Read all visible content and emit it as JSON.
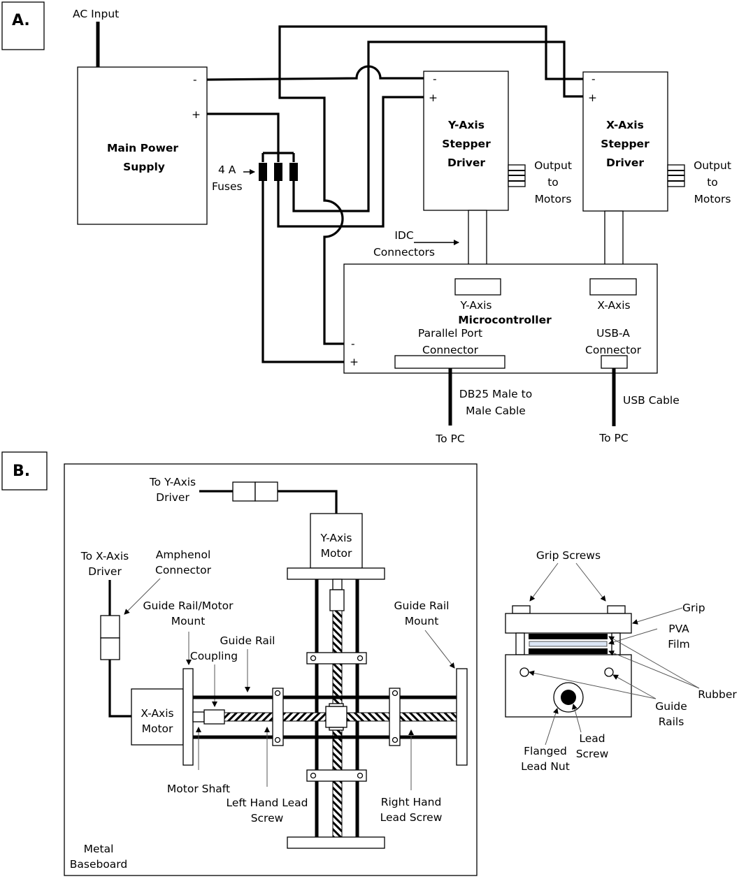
{
  "panel_a": {
    "label": "A.",
    "ac_input": "AC Input",
    "power_supply": {
      "title_line1": "Main Power",
      "title_line2": "Supply",
      "minus": "-",
      "plus": "+"
    },
    "fuses": {
      "line1": "4 A",
      "line2": "Fuses",
      "count": 3
    },
    "y_driver": {
      "line1": "Y-Axis",
      "line2": "Stepper",
      "line3": "Driver",
      "minus": "-",
      "plus": "+"
    },
    "x_driver": {
      "line1": "X-Axis",
      "line2": "Stepper",
      "line3": "Driver",
      "minus": "-",
      "plus": "+"
    },
    "output_y": {
      "line1": "Output",
      "line2": "to",
      "line3": "Motors"
    },
    "output_x": {
      "line1": "Output",
      "line2": "to",
      "line3": "Motors"
    },
    "idc": {
      "line1": "IDC",
      "line2": "Connectors"
    },
    "microcontroller": {
      "title": "Microcontroller",
      "y_axis": "Y-Axis",
      "x_axis": "X-Axis",
      "parallel_line1": "Parallel Port",
      "parallel_line2": "Connector",
      "usb_line1": "USB-A",
      "usb_line2": "Connector",
      "minus": "-",
      "plus": "+"
    },
    "db25": {
      "line1": "DB25 Male to",
      "line2": "Male Cable"
    },
    "usb_cable": "USB Cable",
    "to_pc_1": "To PC",
    "to_pc_2": "To PC"
  },
  "panel_b": {
    "label": "B.",
    "to_y_driver": {
      "line1": "To Y-Axis",
      "line2": "Driver"
    },
    "y_motor": {
      "line1": "Y-Axis",
      "line2": "Motor"
    },
    "to_x_driver": {
      "line1": "To X-Axis",
      "line2": "Driver"
    },
    "amphenol": {
      "line1": "Amphenol",
      "line2": "Connector"
    },
    "guide_rail_motor_mount": {
      "line1": "Guide Rail/Motor",
      "line2": "Mount"
    },
    "guide_rail": "Guide Rail",
    "coupling": "Coupling",
    "guide_rail_mount": {
      "line1": "Guide Rail",
      "line2": "Mount"
    },
    "x_motor": {
      "line1": "X-Axis",
      "line2": "Motor"
    },
    "motor_shaft": "Motor Shaft",
    "left_lead_screw": {
      "line1": "Left Hand Lead",
      "line2": "Screw"
    },
    "right_lead_screw": {
      "line1": "Right Hand",
      "line2": "Lead Screw"
    },
    "baseboard": {
      "line1": "Metal",
      "line2": "Baseboard"
    },
    "grip_screws": "Grip Screws",
    "grip": "Grip",
    "pva_film": {
      "line1": "PVA",
      "line2": "Film"
    },
    "rubber": "Rubber",
    "guide_rails": {
      "line1": "Guide",
      "line2": "Rails"
    },
    "lead_screw": {
      "line1": "Lead",
      "line2": "Screw"
    },
    "flanged_nut": {
      "line1": "Flanged",
      "line2": "Lead Nut"
    },
    "pva_color": "#dce6f5"
  }
}
